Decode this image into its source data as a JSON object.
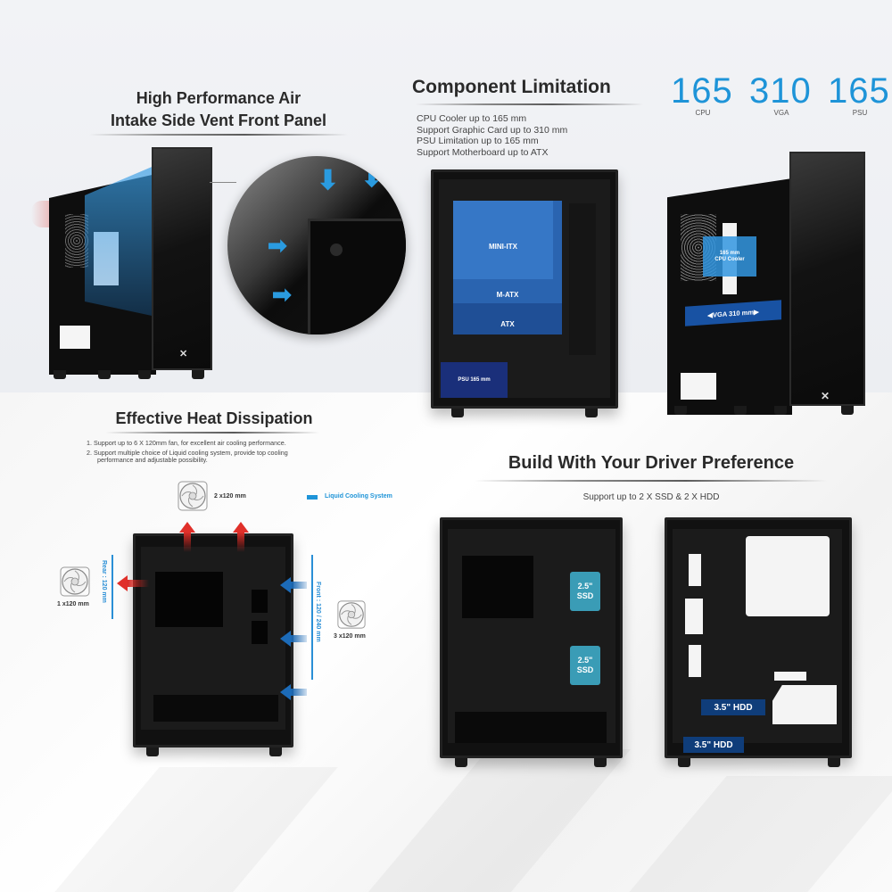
{
  "air_intake": {
    "title_line1": "High Performance Air",
    "title_line2": "Intake Side Vent Front Panel"
  },
  "component_limitation": {
    "title": "Component Limitation",
    "specs": [
      "CPU Cooler up to 165 mm",
      "Support Graphic Card up to 310 mm",
      "PSU Limitation up to 165 mm",
      "Support Motherboard up to ATX"
    ],
    "stats": [
      {
        "value": "165",
        "label": "CPU"
      },
      {
        "value": "310",
        "label": "VGA"
      },
      {
        "value": "165",
        "label": "PSU"
      }
    ],
    "motherboard_sizes": [
      "MINI-ITX",
      "M-ATX",
      "ATX"
    ],
    "psu_tag": "PSU 165 mm",
    "cpu_cooler_tag_line1": "165 mm",
    "cpu_cooler_tag_line2": "CPU Cooler",
    "vga_tag": "VGA 310 mm"
  },
  "heat_dissipation": {
    "title": "Effective Heat Dissipation",
    "points": [
      "1.  Support up to 6 X 120mm fan, for excellent air cooling performance.",
      "2.  Support multiple choice of Liquid cooling system, provide top cooling",
      "     performance and adjustable possibility."
    ],
    "legend": "Liquid Cooling System",
    "fans": {
      "top": "2 x120 mm",
      "rear": "1 x120 mm",
      "front": "3 x120 mm"
    },
    "rear_radiator": "Rear : 120 mm",
    "front_radiator": "Front : 120 / 240 mm"
  },
  "drive_preference": {
    "title": "Build With Your Driver Preference",
    "subtitle": "Support up to 2 X SSD & 2 X HDD",
    "ssd_tags": [
      {
        "line1": "2.5\"",
        "line2": "SSD"
      },
      {
        "line1": "2.5\"",
        "line2": "SSD"
      }
    ],
    "hdd_tags": [
      "3.5\" HDD",
      "3.5\" HDD"
    ]
  },
  "colors": {
    "accent_blue": "#1e94d8",
    "airflow_red": "#e0302a",
    "intake_blue": "#1c6bb8",
    "ssd_teal": "#3a9cb6",
    "hdd_navy": "#0f3d7a",
    "mb_blue": "#2f6fc0"
  }
}
